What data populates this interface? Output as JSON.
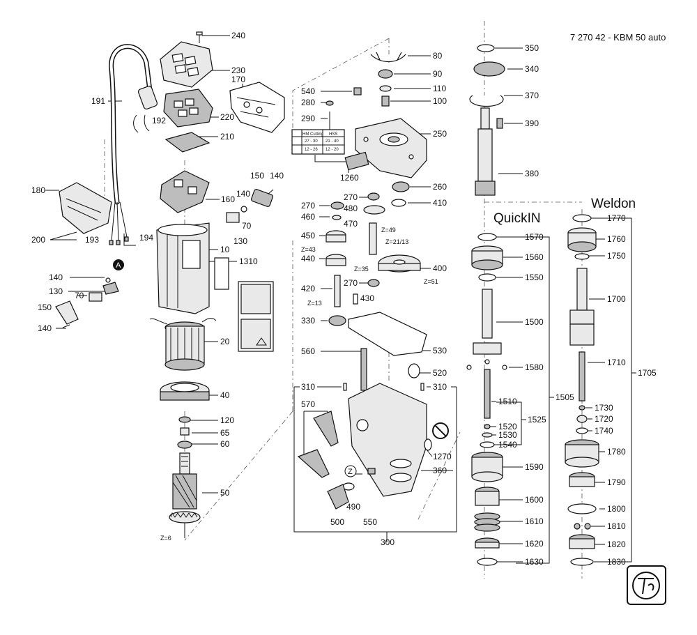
{
  "header": {
    "doc_title": "7 270 42 - KBM 50 auto"
  },
  "sections": {
    "quickin": "QuickIN",
    "weldon": "Weldon"
  },
  "gear_marks": {
    "z49": "Z=49",
    "z43": "Z=43",
    "z21_13": "Z=21/13",
    "z35": "Z=35",
    "z51": "Z=51",
    "z13": "Z=13",
    "z6": "Z=6"
  },
  "icons": {
    "callout_a": "A",
    "callout_z": "Z"
  },
  "table_230": {
    "headers": [
      "HM",
      "Cutting",
      "HSS"
    ],
    "rows": [
      [
        "27 - 30",
        "21 - 40"
      ],
      [
        "12 - 26",
        "12 - 20"
      ]
    ]
  },
  "labels": {
    "l240": "240",
    "l230": "230",
    "l170": "170",
    "l191": "191",
    "l192": "192",
    "l220": "220",
    "l210": "210",
    "l150a": "150",
    "l140a": "140",
    "l180": "180",
    "l160": "160",
    "l140b": "140",
    "l70a": "70",
    "l130a": "130",
    "l200": "200",
    "l193": "193",
    "l194": "194",
    "l10": "10",
    "l1310": "1310",
    "l140c": "140",
    "l130b": "130",
    "l70b": "70",
    "l150b": "150",
    "l140d": "140",
    "l20": "20",
    "l40": "40",
    "l120": "120",
    "l65": "65",
    "l60": "60",
    "l50": "50",
    "l80": "80",
    "l90": "90",
    "l540": "540",
    "l110": "110",
    "l280": "280",
    "l100": "100",
    "l290": "290",
    "l250": "250",
    "l1260": "1260",
    "l260": "260",
    "l270a": "270",
    "l270b": "270",
    "l480": "480",
    "l410": "410",
    "l460": "460",
    "l470": "470",
    "l450": "450",
    "l440": "440",
    "l400": "400",
    "l270c": "270",
    "l420": "420",
    "l430": "430",
    "l330": "330",
    "l530": "530",
    "l560": "560",
    "l520": "520",
    "l310a": "310",
    "l310b": "310",
    "l570": "570",
    "l1270": "1270",
    "l360": "360",
    "l490": "490",
    "l500": "500",
    "l550": "550",
    "l300": "300",
    "l350": "350",
    "l340": "340",
    "l370": "370",
    "l390": "390",
    "l380": "380",
    "l1570": "1570",
    "l1560": "1560",
    "l1550": "1550",
    "l1500": "1500",
    "l1580": "1580",
    "l1510": "1510",
    "l1505": "1505",
    "l1525": "1525",
    "l1520": "1520",
    "l1530": "1530",
    "l1540": "1540",
    "l1590": "1590",
    "l1600": "1600",
    "l1610": "1610",
    "l1620": "1620",
    "l1630": "1630",
    "l1770": "1770",
    "l1760": "1760",
    "l1750": "1750",
    "l1700": "1700",
    "l1710": "1710",
    "l1705": "1705",
    "l1730": "1730",
    "l1720": "1720",
    "l1740": "1740",
    "l1780": "1780",
    "l1790": "1790",
    "l1800": "1800",
    "l1810": "1810",
    "l1820": "1820",
    "l1830": "1830"
  }
}
